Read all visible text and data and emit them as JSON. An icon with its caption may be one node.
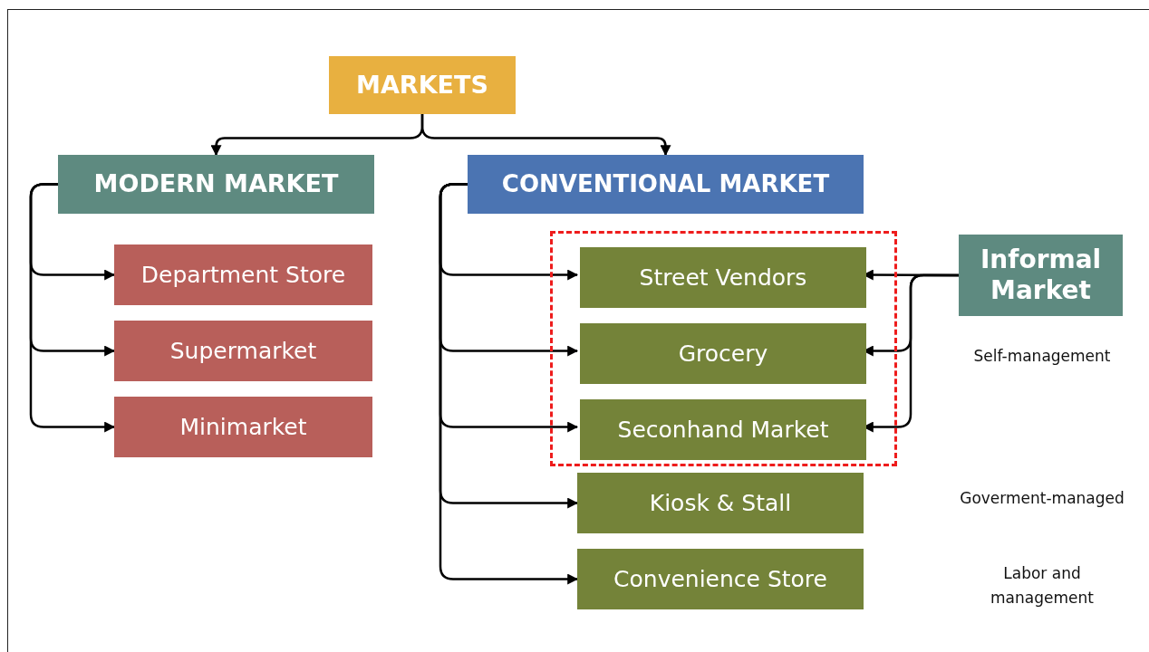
{
  "diagram": {
    "nodes": [
      {
        "text": [
          "MARKETS"
        ]
      },
      {
        "text": [
          "MODERN MARKET"
        ]
      },
      {
        "text": [
          "CONVENTIONAL MARKET"
        ]
      },
      {
        "text": [
          "Department Store"
        ]
      },
      {
        "text": [
          "Supermarket"
        ]
      },
      {
        "text": [
          "Minimarket"
        ]
      },
      {
        "text": [],
        "shape": "box"
      },
      {
        "text": [
          "Street Vendors"
        ],
        "in": 6
      },
      {
        "text": [
          "Grocery"
        ],
        "in": 6
      },
      {
        "text": [
          "Seconhand Market"
        ],
        "in": 6
      },
      {
        "text": [
          "Kiosk & Stall"
        ]
      },
      {
        "text": [
          "Convenience Store"
        ]
      },
      {
        "text": [
          "Informal Market"
        ]
      }
    ],
    "edges": [
      {
        "from": 0,
        "to": 1,
        "arrow": "to"
      },
      {
        "from": 0,
        "to": 2,
        "arrow": "to"
      },
      {
        "from": 1,
        "to": 3,
        "arrow": "to"
      },
      {
        "from": 1,
        "to": 4,
        "arrow": "to"
      },
      {
        "from": 1,
        "to": 5,
        "arrow": "to"
      },
      {
        "from": 2,
        "to": 7,
        "arrow": "to"
      },
      {
        "from": 2,
        "to": 8,
        "arrow": "to"
      },
      {
        "from": 2,
        "to": 9,
        "arrow": "to"
      },
      {
        "from": 2,
        "to": 10,
        "arrow": "to"
      },
      {
        "from": 2,
        "to": 11,
        "arrow": "to"
      },
      {
        "from": 12,
        "to": 7,
        "arrow": "to"
      },
      {
        "from": 12,
        "to": 8,
        "arrow": "to"
      },
      {
        "from": 12,
        "to": 9,
        "arrow": "to"
      }
    ],
    "labels": [
      "Self-management",
      "Goverment-managed",
      "Labor and management"
    ]
  }
}
